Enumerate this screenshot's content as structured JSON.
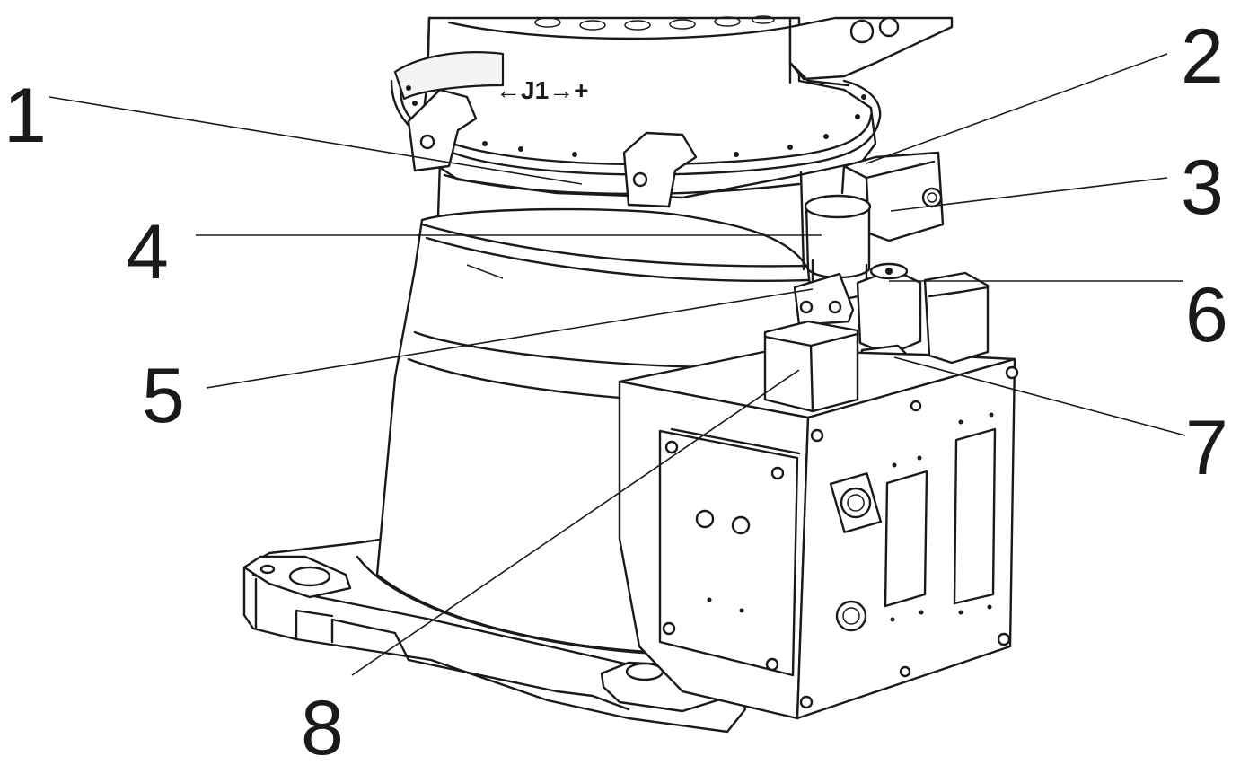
{
  "axis_marking": "←J1→+",
  "callouts": [
    {
      "id": "1",
      "label": "1"
    },
    {
      "id": "2",
      "label": "2"
    },
    {
      "id": "3",
      "label": "3"
    },
    {
      "id": "4",
      "label": "4"
    },
    {
      "id": "5",
      "label": "5"
    },
    {
      "id": "6",
      "label": "6"
    },
    {
      "id": "7",
      "label": "7"
    },
    {
      "id": "8",
      "label": "8"
    }
  ]
}
